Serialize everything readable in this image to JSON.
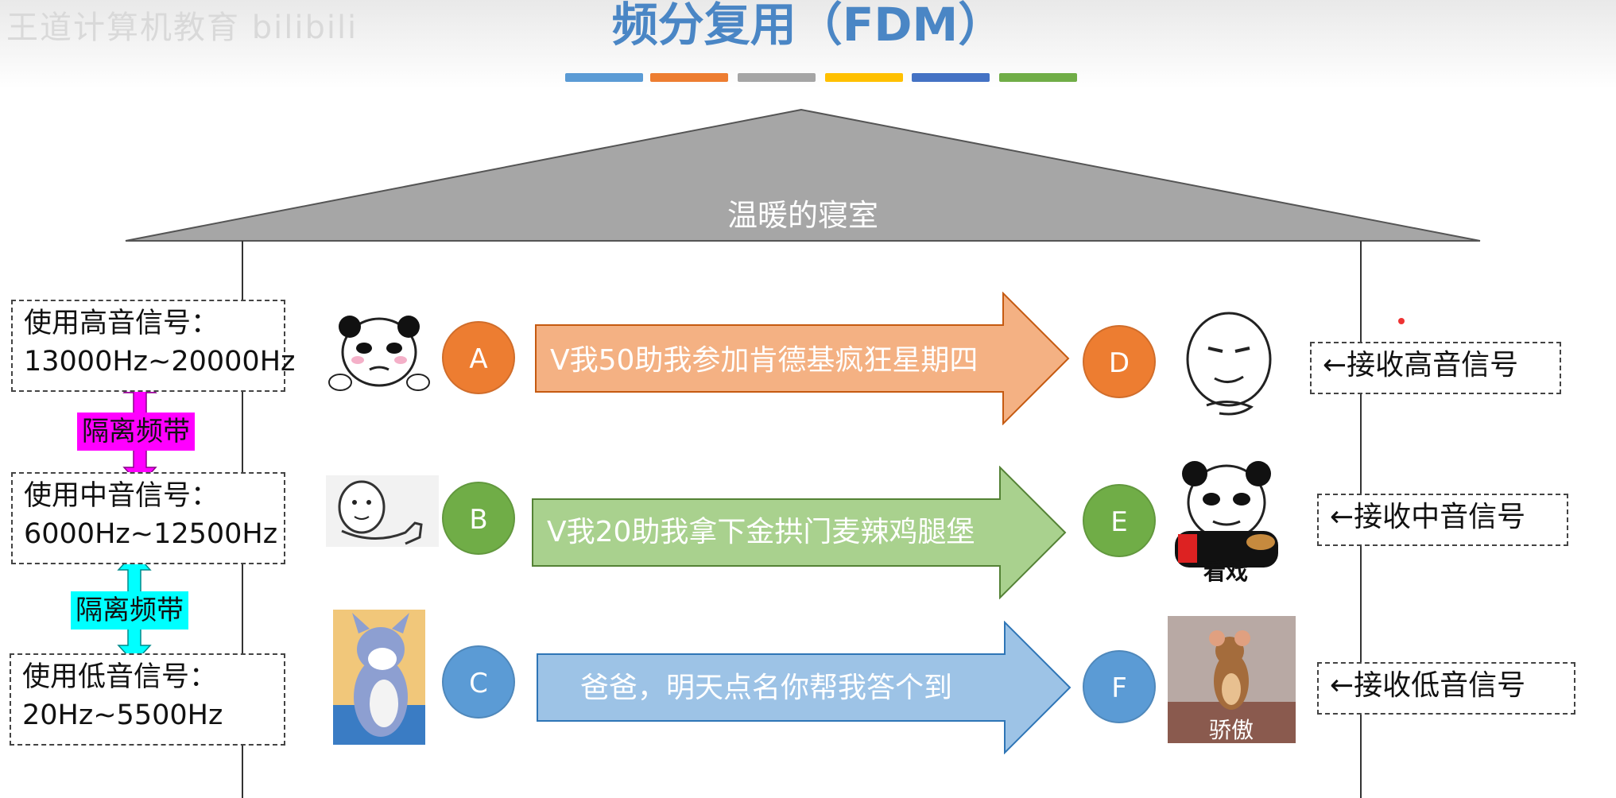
{
  "watermark": "王道计算机教育 bilibili",
  "title": "频分复用（FDM）",
  "title_bar_colors": [
    "#5b9bd5",
    "#ed7d31",
    "#a5a5a5",
    "#ffc000",
    "#4472c4",
    "#70ad47"
  ],
  "roof_label": "温暖的寝室",
  "senders": [
    {
      "line1": "使用高音信号：",
      "line2": "13000Hz~20000Hz"
    },
    {
      "line1": "使用中音信号：",
      "line2": "6000Hz~12500Hz"
    },
    {
      "line1": "使用低音信号：",
      "line2": "20Hz~5500Hz"
    }
  ],
  "guard_bands": [
    {
      "label": "隔离频带",
      "color": "#ff00ff"
    },
    {
      "label": "隔离频带",
      "color": "#00ffff"
    }
  ],
  "nodes": {
    "A": "A",
    "B": "B",
    "C": "C",
    "D": "D",
    "E": "E",
    "F": "F"
  },
  "node_colors": {
    "high": "#ed7d31",
    "mid": "#70ad47",
    "low": "#5b9bd5"
  },
  "messages": [
    {
      "text": "V我50助我参加肯德基疯狂星期四",
      "color": "#f4b183",
      "stroke": "#c55a11"
    },
    {
      "text": "V我20助我拿下金拱门麦辣鸡腿堡",
      "color": "#a9d18e",
      "stroke": "#548235"
    },
    {
      "text": "爸爸，明天点名你帮我答个到",
      "color": "#9dc3e6",
      "stroke": "#2e75b6"
    }
  ],
  "receivers": [
    {
      "label": "←接收高音信号"
    },
    {
      "label": "←接收中音信号"
    },
    {
      "label": "←接收低音信号"
    }
  ],
  "images": {
    "sender_high": "panda-meme",
    "sender_mid": "thumbs-up-meme",
    "sender_low": "tom-cat-meme",
    "recv_high": "smirk-meme",
    "recv_mid": "panda-watching-meme",
    "recv_mid_caption": "看戏",
    "recv_low": "jerry-mouse-meme",
    "recv_low_caption": "骄傲"
  }
}
